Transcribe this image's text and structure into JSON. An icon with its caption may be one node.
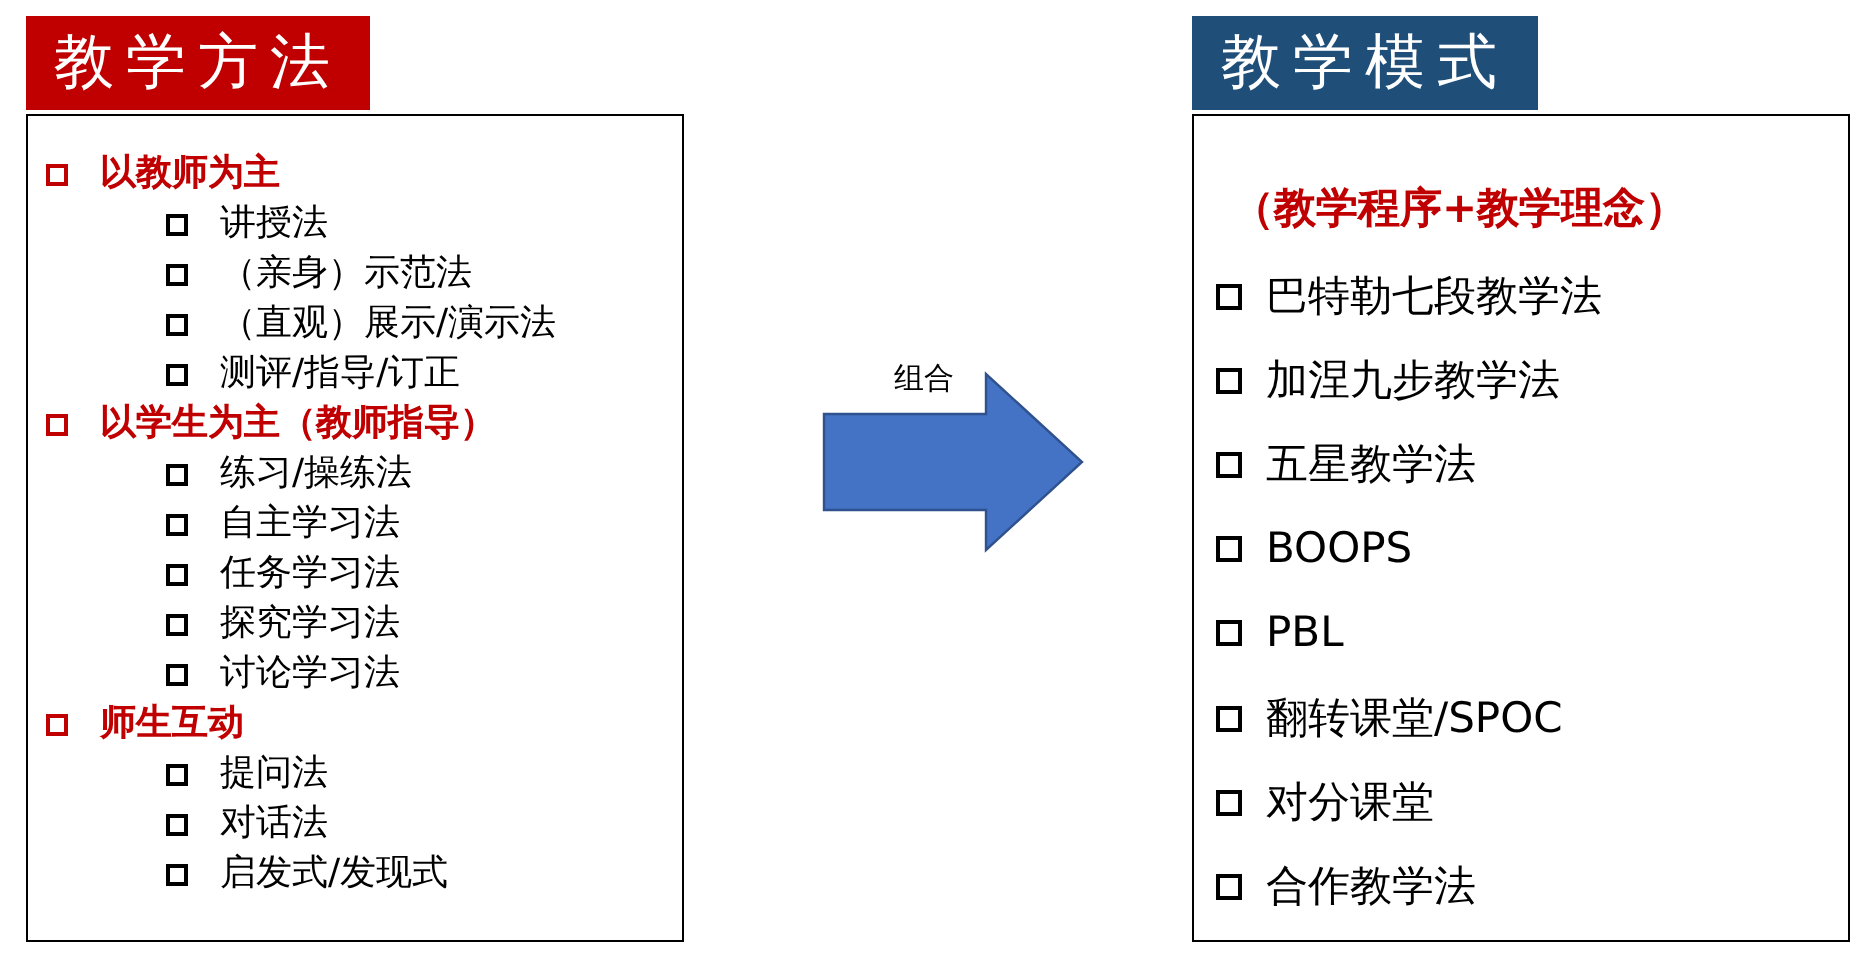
{
  "diagram": {
    "nodes": [
      {
        "text": [
          "教学方法",
          "以教师为主",
          "讲授法",
          "（亲身）示范法",
          "（直观）展示/演示法",
          "测评/指导/订正",
          "以学生为主（教师指导）",
          "练习/操练法",
          "自主学习法",
          "任务学习法",
          "探究学习法",
          "讨论学习法",
          "师生互动",
          "提问法",
          "对话法",
          "启发式/发现式"
        ]
      },
      {
        "text": [
          "教学模式",
          "（教学程序+教学理念）",
          "巴特勒七段教学法",
          "加涅九步教学法",
          "五星教学法",
          "BOOPS",
          "PBL",
          "翻转课堂/SPOC",
          "对分课堂",
          "合作教学法"
        ]
      }
    ],
    "edges": [
      {
        "from": 0,
        "to": 1,
        "arrow": "to",
        "label": "组合"
      }
    ]
  }
}
